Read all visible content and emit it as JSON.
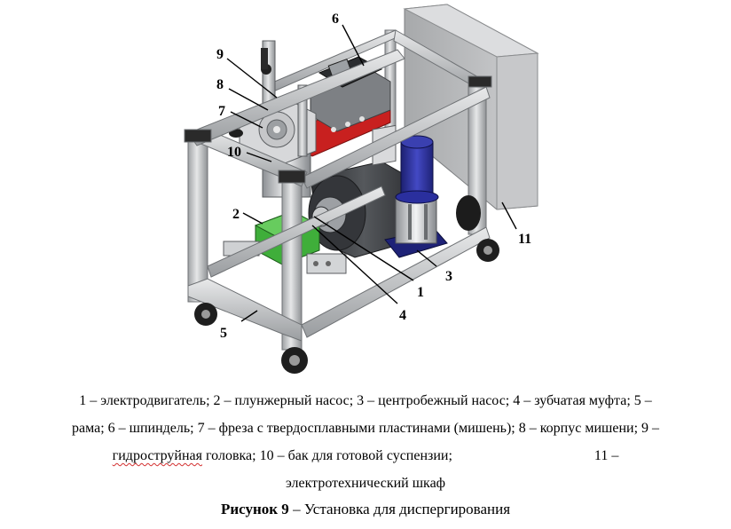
{
  "callouts": {
    "c1": "1",
    "c2": "2",
    "c3": "3",
    "c4": "4",
    "c5": "5",
    "c6": "6",
    "c7": "7",
    "c8": "8",
    "c9": "9",
    "c10": "10",
    "c11": "11"
  },
  "caption": {
    "line1": "1 – электродвигатель; 2 – плунжерный насос; 3 – центробежный насос; 4 – зубчатая муфта; 5 –",
    "line2": "рама; 6 – шпиндель; 7 – фреза с твердосплавными пластинами (мишень); 8 – корпус мишени; 9 –",
    "line3_a": "гидроструйная",
    "line3_b": " головка; 10 – бак для готовой суспензии;",
    "line3_c": "11 –",
    "line4": "электротехнический шкаф"
  },
  "figure_title": {
    "label": "Рисунок 9",
    "text": " – Установка для диспергирования"
  },
  "colors": {
    "frame": "#c8cacc",
    "cabinet": "#b9bbbd",
    "pump_blue": "#2a2f9e",
    "plunger_green": "#3fae3a",
    "spindle_red": "#c8201f",
    "motor_dark": "#3b3d40",
    "spelling_underline": "#d32f2f"
  }
}
